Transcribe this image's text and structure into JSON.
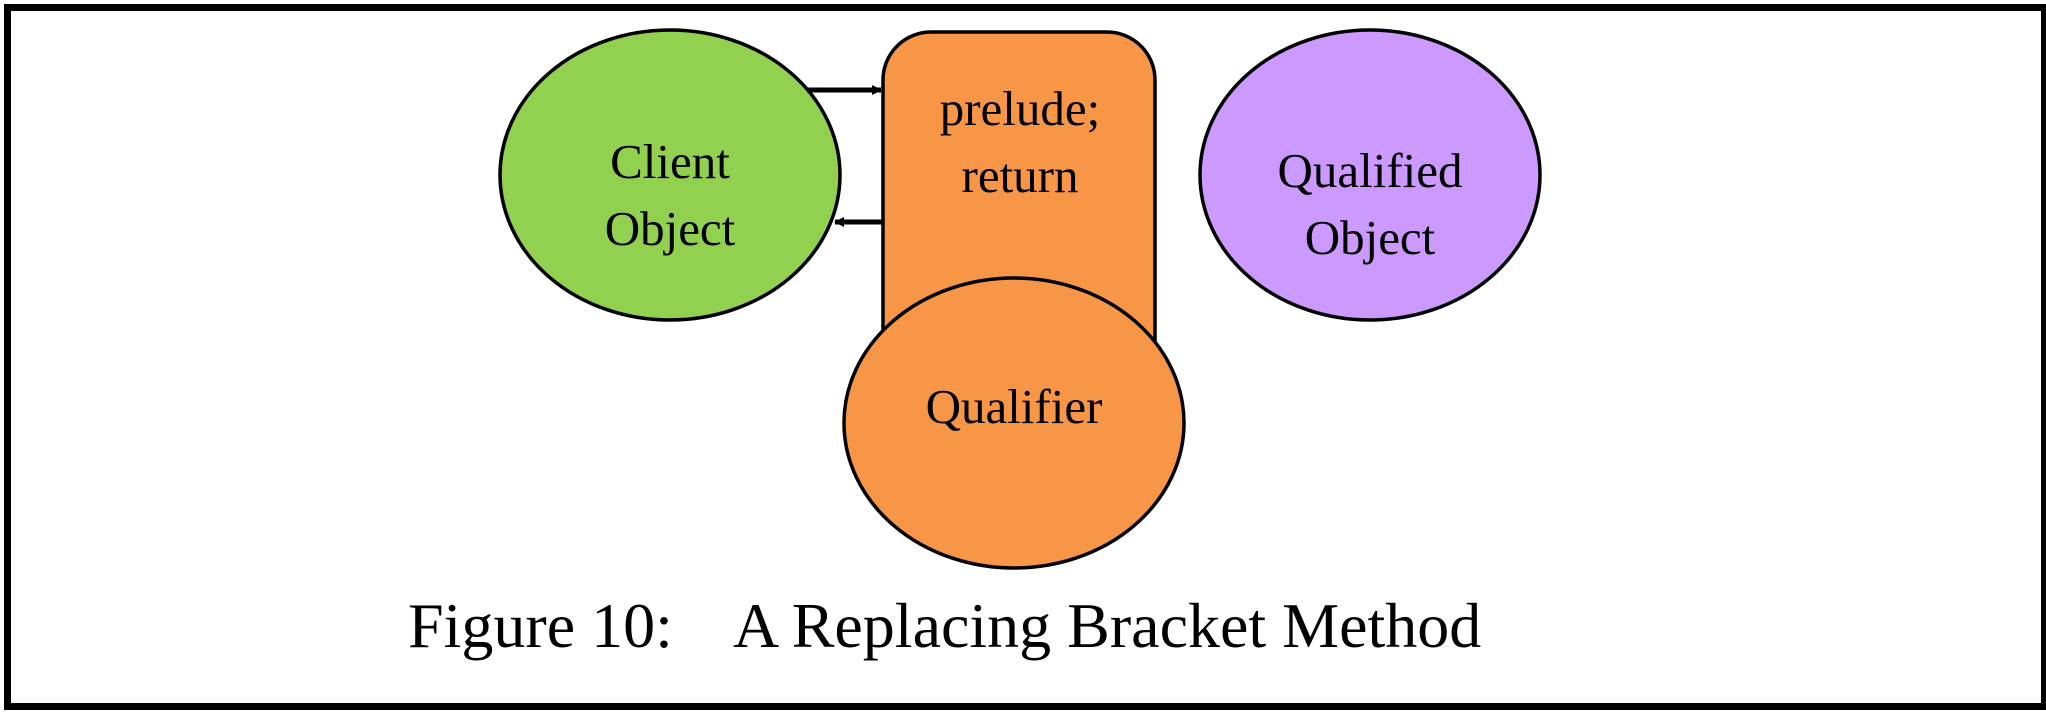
{
  "figure": {
    "caption_number": "Figure 10:",
    "caption_title": "A Replacing Bracket Method"
  },
  "nodes": {
    "client_object": {
      "line1": "Client",
      "line2": "Object",
      "fill": "#92d050"
    },
    "bracket_method": {
      "line1": "prelude;",
      "line2": "return",
      "fill": "#f79646"
    },
    "qualifier": {
      "label": "Qualifier",
      "fill": "#f79646"
    },
    "qualified_object": {
      "line1": "Qualified",
      "line2": "Object",
      "fill": "#cc99ff"
    }
  },
  "colors": {
    "stroke": "#000000",
    "background": "#ffffff"
  }
}
